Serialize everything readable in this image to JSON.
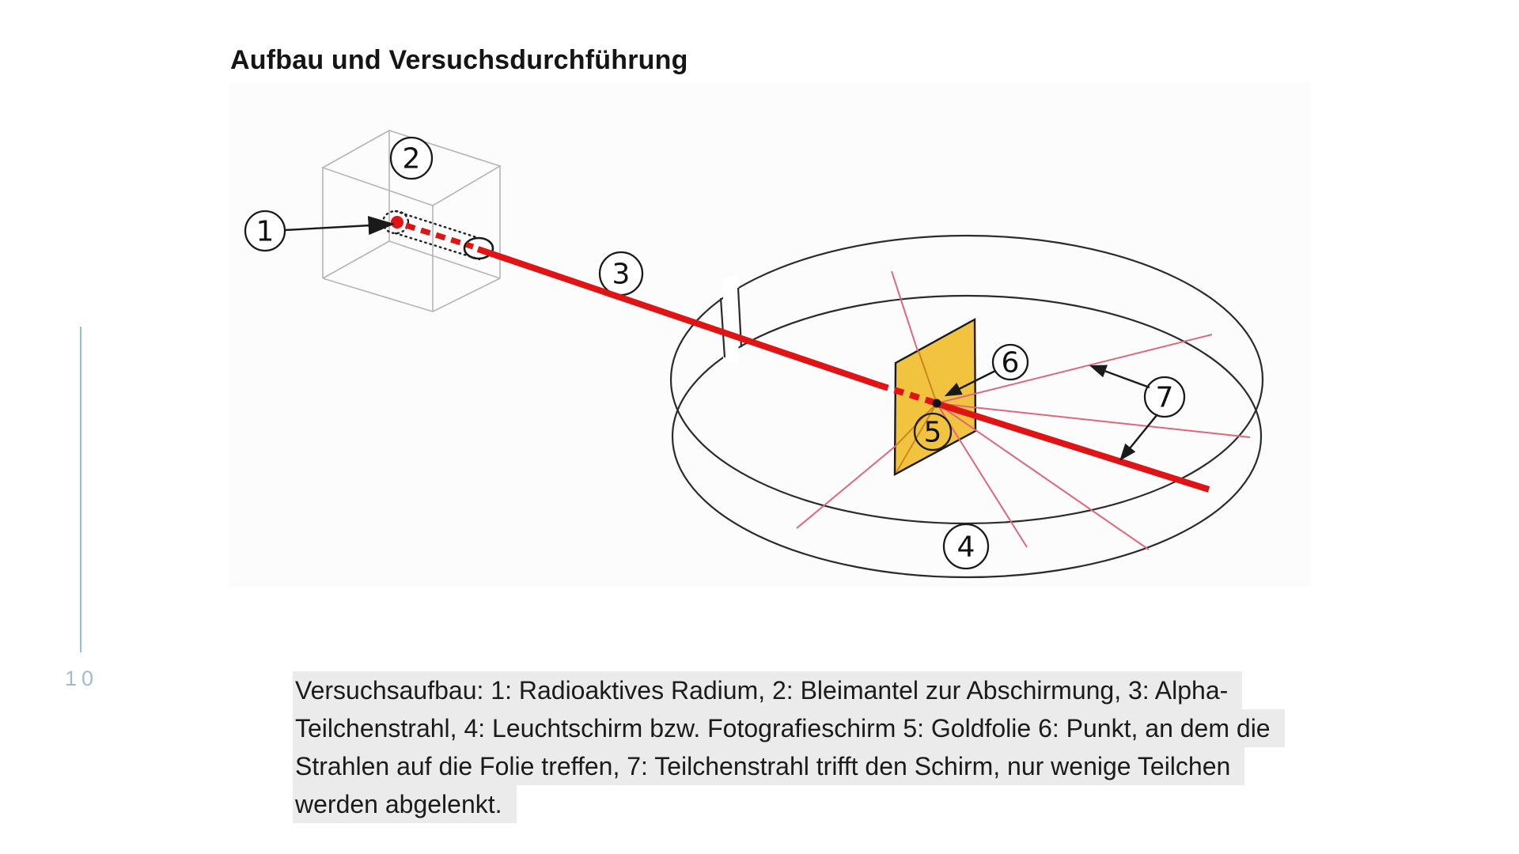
{
  "page_number": "10",
  "title": "Aufbau und Versuchsdurchführung",
  "figure": {
    "labels": [
      "1",
      "2",
      "3",
      "4",
      "5",
      "6",
      "7"
    ],
    "colors": {
      "beam_red": "#e01414",
      "foil_gold": "#f1c33f",
      "ray_pink": "#e0677a",
      "foil_line_orange": "#c9871f",
      "ring_black": "#2b2b2b",
      "box_gray": "#b5b5b5",
      "accent_blue": "#8fc1dc"
    }
  },
  "caption": {
    "lines": [
      "Versuchsaufbau: 1: Radioaktives Radium, 2: Bleimantel zur Abschirmung, 3: Alpha-",
      "Teilchenstrahl, 4: Leuchtschirm bzw. Fotografieschirm 5: Goldfolie 6: Punkt, an dem die",
      "Strahlen auf die Folie treffen, 7: Teilchenstrahl trifft den Schirm, nur wenige Teilchen",
      "werden abgelenkt."
    ]
  }
}
